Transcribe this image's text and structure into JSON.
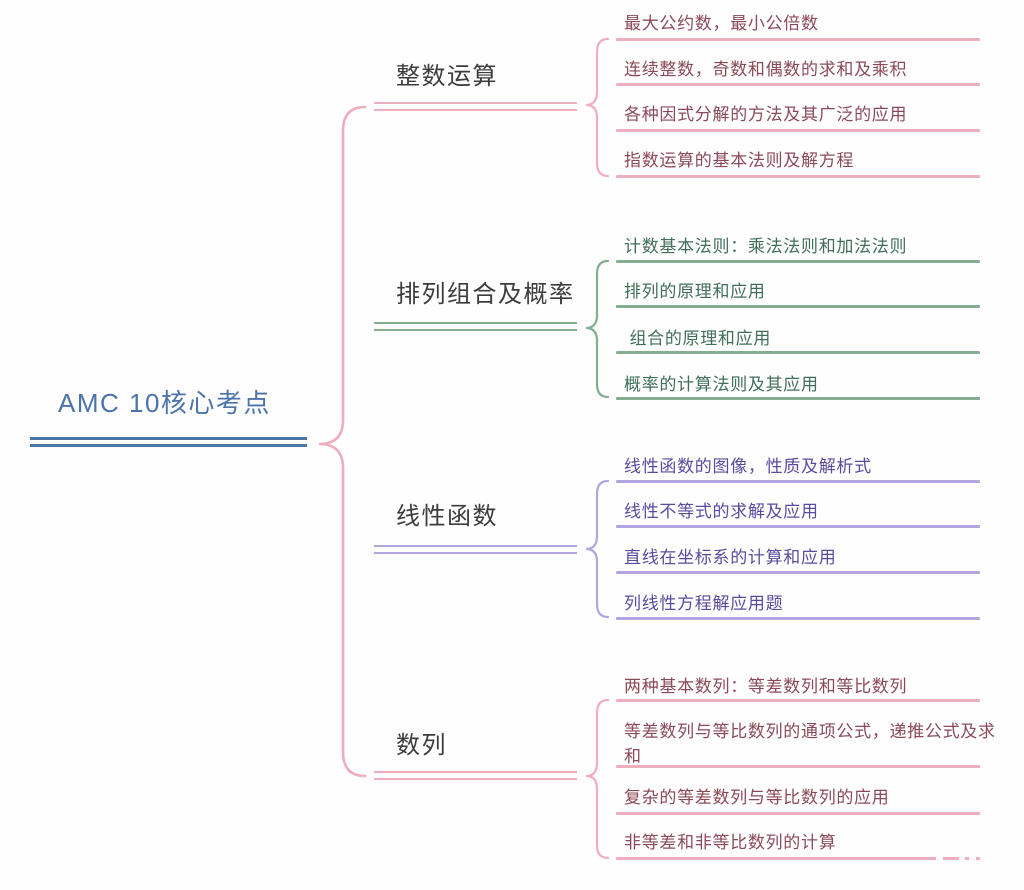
{
  "title": {
    "text": "AMC 10核心考点",
    "color": "#4b74aa"
  },
  "branches": [
    {
      "label": "整数运算",
      "line_color": "#eeafbc",
      "item_text_color": "#8b4a57",
      "items": [
        {
          "text": "最大公约数，最小公倍数"
        },
        {
          "text": "连续整数，奇数和偶数的求和及乘积"
        },
        {
          "text": "各种因式分解的方法及其广泛的应用"
        },
        {
          "text": "指数运算的基本法则及解方程"
        }
      ]
    },
    {
      "label": "排列组合及概率",
      "line_color": "#83ae92",
      "item_text_color": "#3f6f58",
      "items": [
        {
          "text": "计数基本法则：乘法法则和加法法则"
        },
        {
          "text": "排列的原理和应用"
        },
        {
          "text": " 组合的原理和应用"
        },
        {
          "text": "概率的计算法则及其应用"
        }
      ]
    },
    {
      "label": "线性函数",
      "line_color": "#b3a5e0",
      "item_text_color": "#5b4ba0",
      "items": [
        {
          "text": "线性函数的图像，性质及解析式"
        },
        {
          "text": "线性不等式的求解及应用"
        },
        {
          "text": "直线在坐标系的计算和应用"
        },
        {
          "text": "列线性方程解应用题"
        }
      ]
    },
    {
      "label": "数列",
      "line_color": "#eeafbc",
      "item_text_color": "#8b4a57",
      "items": [
        {
          "text": "两种基本数列：等差数列和等比数列"
        },
        {
          "text": "等差数列与等比数列的通项公式，递推公式及求和"
        },
        {
          "text": "复杂的等差数列与等比数列的应用"
        },
        {
          "text": "非等差和非等比数列的计算"
        }
      ]
    }
  ]
}
